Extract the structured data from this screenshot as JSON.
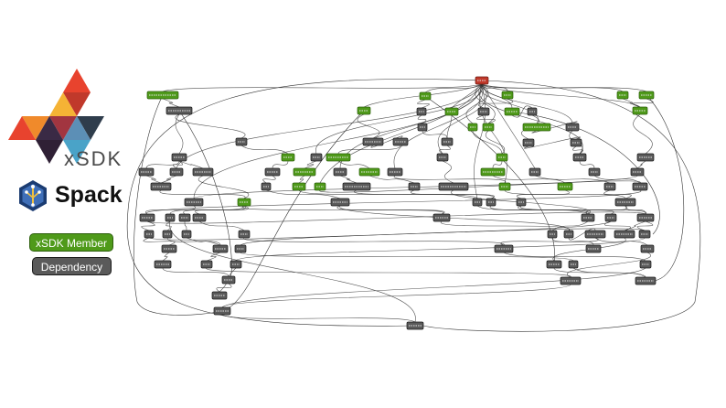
{
  "branding": {
    "xsdk_wordmark": "xSDK",
    "spack_wordmark": "Spack"
  },
  "legend": {
    "member_label": "xSDK Member",
    "dependency_label": "Dependency"
  },
  "colors": {
    "member_fill": "#4f9a1a",
    "member_border": "#2d5f0c",
    "dependency_fill": "#5a5a5a",
    "dependency_border": "#1a1a1a",
    "root_fill": "#c0392b",
    "edge": "#333333",
    "logo_palette": [
      "#e8432e",
      "#f08a2b",
      "#f5b335",
      "#a23540",
      "#3a2a45",
      "#4aa3c8",
      "#5c8fb6",
      "#2f3d4c"
    ]
  },
  "icons": {
    "xsdk_logo": "xsdk-triangles-logo-icon",
    "spack_logo": "spack-hexagon-logo-icon"
  }
}
